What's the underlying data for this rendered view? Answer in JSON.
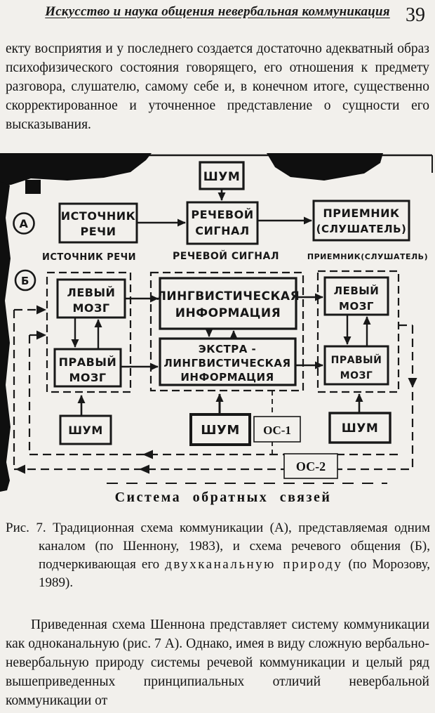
{
  "colors": {
    "paper": "#f2f0ec",
    "ink": "#181818"
  },
  "header": {
    "title": "Искусство и наука общения невербальная коммуникация",
    "page_number": "39"
  },
  "paragraphs": {
    "p1": "екту восприятия и у последнего создается достаточно адекватный образ психофизического состояния говорящего, его отношения к предмету разговора, слушателю, самому себе и, в конечном итоге, существенно скорректированное и уточненное представление о сущности его высказывания.",
    "p2": "Приведенная схема Шеннона представляет систему коммуникации как одноканальную (рис. 7 А). Однако, имея в виду сложную вербально-невербальную природу системы речевой коммуникации и целый ряд вышеприведенных принципиальных отличий невербальной коммуникации от"
  },
  "diagram": {
    "scheme_a_label": "А",
    "scheme_b_label": "Б",
    "noise_label": "ШУМ",
    "source_line1": "ИСТОЧНИК",
    "source_line2": "РЕЧИ",
    "signal_line1": "РЕЧЕВОЙ",
    "signal_line2": "СИГНАЛ",
    "receiver_line1": "ПРИЕМНИК",
    "receiver_line2": "(СЛУШАТЕЛЬ)",
    "col_source": "ИСТОЧНИК РЕЧИ",
    "col_signal": "РЕЧЕВОЙ СИГНАЛ",
    "col_receiver": "ПРИЕМНИК(СЛУШАТЕЛЬ)",
    "left_brain_line1": "ЛЕВЫЙ",
    "left_brain_line2": "МОЗГ",
    "right_brain_line1": "ПРАВЫЙ",
    "right_brain_line2": "МОЗГ",
    "linguistic_line1": "ЛИНГВИСТИЧЕСКАЯ",
    "linguistic_line2": "ИНФОРМАЦИЯ",
    "extra_line1": "ЭКСТРА -",
    "extra_line2": "ЛИНГВИСТИЧЕСКАЯ",
    "extra_line3": "ИНФОРМАЦИЯ",
    "os1_label": "ОС-1",
    "os2_label": "ОС-2",
    "caption": "Система обратных связей"
  },
  "fig_caption": {
    "lead": "Рис. 7.",
    "text_before": " Традиционная схема коммуникации (А), представляемая одним каналом (по Шеннону, 1983), и схема речевого общения (Б), подчеркивающая его ",
    "emphasis": "двухканальную природу",
    "text_after": " (по Морозову, 1989)."
  }
}
